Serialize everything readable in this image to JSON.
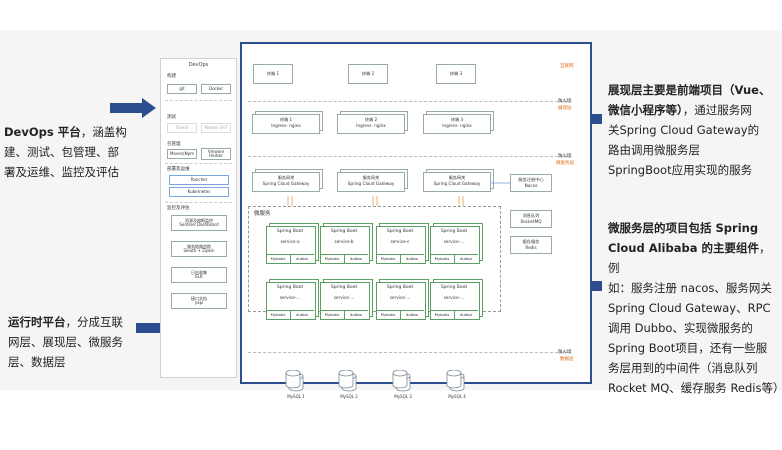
{
  "annotations": {
    "devops": {
      "bold": "DevOps 平台",
      "line1_rest": "，涵盖构",
      "line2": "建、测试、包管理、部",
      "line3": "署及运维、监控及评估"
    },
    "runtime": {
      "bold": "运行时平台",
      "line1_rest": "，分成互联",
      "line2": "网层、展现层、微服务",
      "line3": "层、数据层"
    },
    "presentation": {
      "bold": "展现层主要是前端项目（Vue、",
      "line2_bold": "微信小程序等）",
      "line2_rest": "，通过服务网",
      "line3": "关Spring Cloud Gateway的",
      "line4": "路由调用微服务层",
      "line5": "SpringBoot应用实现的服务"
    },
    "microservice": {
      "bold1": "微服务层的项目包括 Spring",
      "bold2": "Cloud Alibaba 的主要组件",
      "rest2": "，例",
      "line3": "如：服务注册 nacos、服务网关",
      "line4": "Spring Cloud Gateway、RPC",
      "line5": "调用 Dubbo、实现微服务的",
      "line6": "Spring Boot项目，还有一些服",
      "line7": "务层用到的中间件（消息队列",
      "line8": "Rocket MQ、缓存服务 Redis等）"
    }
  },
  "devops_panel": {
    "title": "DevOps",
    "build": {
      "title": "构建",
      "items": [
        "git",
        "Docker"
      ]
    },
    "test": {
      "title": "测试",
      "items": [
        "Shield",
        "Mexter UnT"
      ]
    },
    "package": {
      "title": "包管理",
      "items": [
        "Maven|Npm",
        "Vmware Harbor"
      ]
    },
    "deploy": {
      "title": "部署及运维",
      "items": [
        "Rancher",
        "Kubernetes"
      ]
    },
    "monitor": {
      "title": "监控及评估",
      "items": [
        {
          "name": "资源及熔断监控",
          "tool": "Sentinel Dashboard"
        },
        {
          "name": "服务链路追踪",
          "tool": "Sleuth + Zipkin"
        },
        {
          "name": "日志收集",
          "tool": "ELK"
        },
        {
          "name": "接口文档",
          "tool": "yapi"
        }
      ]
    }
  },
  "architecture": {
    "layers": {
      "internet": "互联网",
      "presentation": "展现层",
      "microservice": "微服务层",
      "data": "数据层"
    },
    "firewall": "防火墙",
    "terminals": [
      "终端 1",
      "终端 2",
      "终端 3"
    ],
    "nginx": [
      {
        "name": "终端 1",
        "sub": "Ingress- nginx"
      },
      {
        "name": "终端 2",
        "sub": "Ingress- nginx"
      },
      {
        "name": "终端 3",
        "sub": "Ingress- nginx"
      }
    ],
    "gateways": [
      {
        "name": "服务网关",
        "sub": "Spring Cloud Gateway"
      },
      {
        "name": "服务网关",
        "sub": "Spring Cloud Gateway"
      },
      {
        "name": "服务网关",
        "sub": "Spring Cloud Gateway"
      }
    ],
    "registry": {
      "name": "服务注册中心",
      "sub": "Nacos"
    },
    "mq": {
      "name": "消息队列",
      "sub": "RocketMQ"
    },
    "cache": {
      "name": "缓存服务",
      "sub": "Redis"
    },
    "microservice_title": "微服务",
    "services_row1": [
      {
        "fw": "Spring Boot",
        "name": "service-a"
      },
      {
        "fw": "Spring Boot",
        "name": "service-b"
      },
      {
        "fw": "Spring Boot",
        "name": "service-c"
      },
      {
        "fw": "Spring Boot",
        "name": "service-..."
      }
    ],
    "services_row2": [
      {
        "fw": "Spring Boot",
        "name": "service-..."
      },
      {
        "fw": "Spring Boot",
        "name": "service-..."
      },
      {
        "fw": "Spring Boot",
        "name": "service-..."
      },
      {
        "fw": "Spring Boot",
        "name": "service-..."
      }
    ],
    "service_libs": [
      "Mybatis",
      "dubbo"
    ],
    "databases": [
      "MySQL 1",
      "MySQL 2",
      "MySQL 3",
      "MySQL 4"
    ]
  },
  "colors": {
    "frame": "#2d4e8e",
    "arrow": "#2d4e8e",
    "layer_label": "#e06a14",
    "service_border": "#5aa062"
  }
}
